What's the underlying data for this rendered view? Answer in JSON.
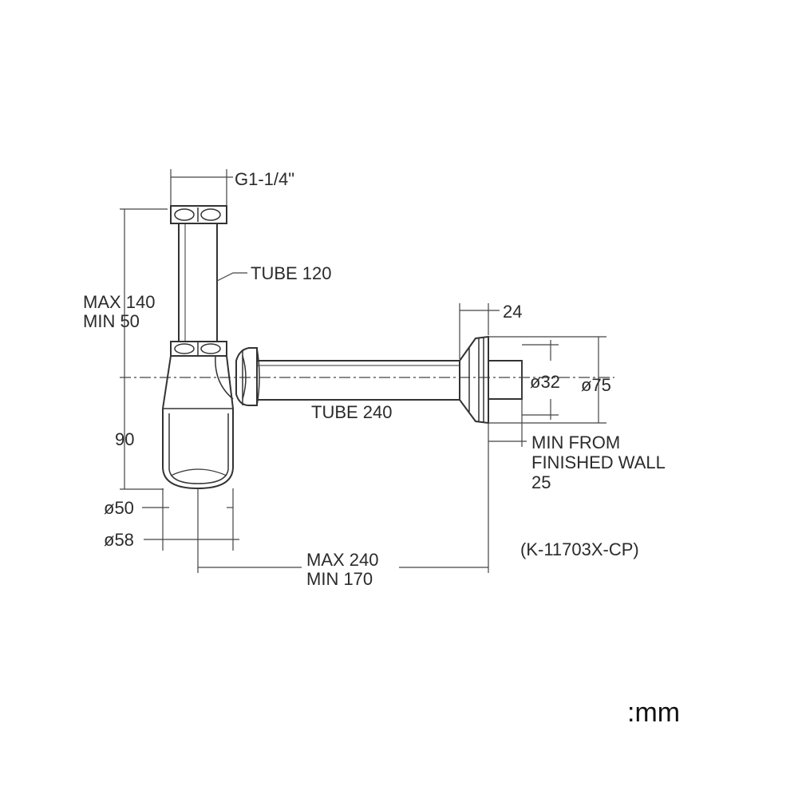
{
  "drawing": {
    "thread_label": "G1-1/4\"",
    "tube_vertical_label": "TUBE 120",
    "tube_horizontal_label": "TUBE 240",
    "height_max_label": "MAX 140",
    "height_min_label": "MIN 50",
    "height_90_label": "90",
    "dia_50_label": "ø50",
    "dia_58_label": "ø58",
    "reach_max_label": "MAX 240",
    "reach_min_label": "MIN 170",
    "flange_24_label": "24",
    "dia_32_label": "ø32",
    "dia_75_label": "ø75",
    "wall_line1": "MIN FROM",
    "wall_line2": "FINISHED WALL",
    "wall_line3": "25",
    "model_label": "(K-11703X-CP)",
    "unit_label": ":mm"
  },
  "colors": {
    "stroke": "#333333",
    "text": "#2b2b2b"
  }
}
